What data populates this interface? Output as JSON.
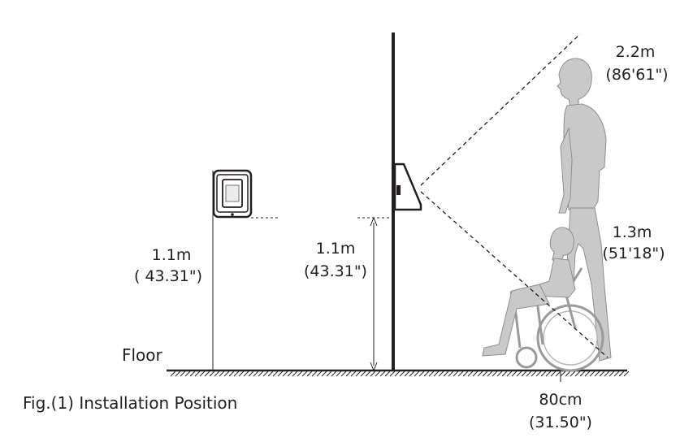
{
  "left_height": {
    "meters": "1.1m",
    "inches": "( 43.31\")"
  },
  "mid_height": {
    "meters": "1.1m",
    "inches": "(43.31\")"
  },
  "upper_reach": {
    "meters": "2.2m",
    "inches": "(86'61\")"
  },
  "lower_reach": {
    "meters": "1.3m",
    "inches": "(51'18\")"
  },
  "distance": {
    "cm": "80cm",
    "inches": "(31.50\")"
  },
  "floor_label": "Floor",
  "caption": "Fig.(1) Installation Position",
  "colors": {
    "ink": "#231f20",
    "figure_gray": "#c9c9c9",
    "figure_dark": "#9a9a9a"
  }
}
